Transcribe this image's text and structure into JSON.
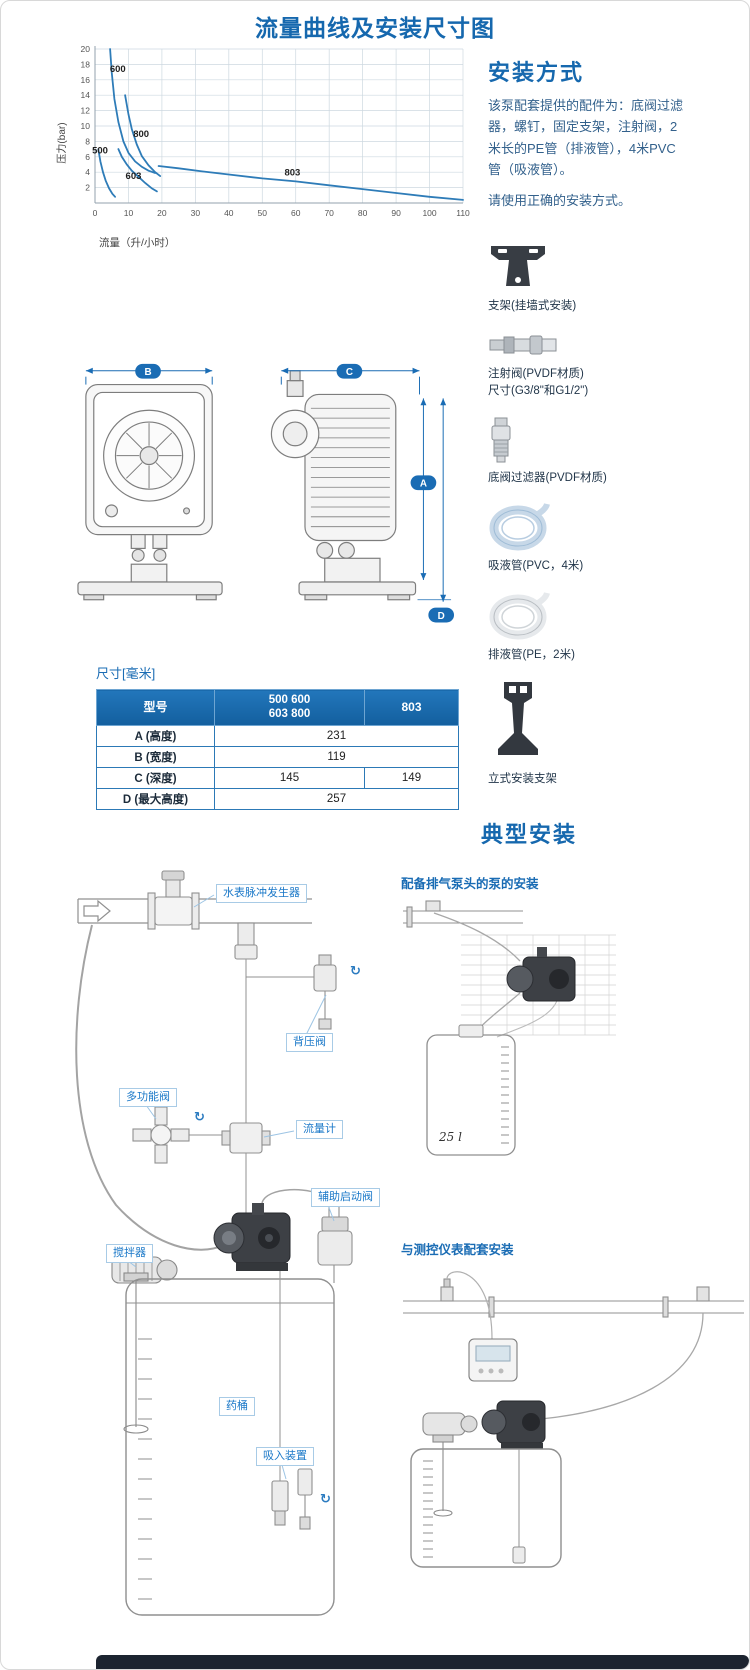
{
  "page_title": "流量曲线及安装尺寸图",
  "chart_data": {
    "type": "line",
    "title": "",
    "xlabel": "流量（升/小时）",
    "ylabel": "压力(bar)",
    "xlim": [
      0,
      110
    ],
    "ylim": [
      0,
      20
    ],
    "xticks": [
      0,
      10,
      20,
      30,
      40,
      50,
      60,
      70,
      80,
      90,
      100,
      110
    ],
    "yticks": [
      2,
      4,
      6,
      8,
      10,
      12,
      14,
      16,
      18,
      20
    ],
    "grid": true,
    "legend": "labels-on-curves",
    "line_color": "#2e7cb8",
    "series": [
      {
        "name": "600",
        "label_at": [
          6.8,
          17
        ],
        "points": [
          [
            4.5,
            20
          ],
          [
            5,
            17
          ],
          [
            5.8,
            13.5
          ],
          [
            7,
            10.5
          ],
          [
            8.5,
            8
          ],
          [
            10,
            6.5
          ],
          [
            12,
            5.4
          ],
          [
            14,
            4.7
          ],
          [
            16,
            4.2
          ],
          [
            18,
            3.9
          ]
        ]
      },
      {
        "name": "800",
        "label_at": [
          13.8,
          8.6
        ],
        "points": [
          [
            9,
            14
          ],
          [
            10,
            11.5
          ],
          [
            11,
            9.6
          ],
          [
            12.5,
            7.6
          ],
          [
            14,
            6.1
          ],
          [
            16,
            4.9
          ],
          [
            18,
            4.0
          ],
          [
            19.5,
            3.5
          ]
        ]
      },
      {
        "name": "500",
        "label_at": [
          1.5,
          6.4
        ],
        "points": [
          [
            1,
            7
          ],
          [
            1.6,
            5.4
          ],
          [
            2.4,
            4
          ],
          [
            3.2,
            2.9
          ],
          [
            4.2,
            1.9
          ],
          [
            5.2,
            1.2
          ],
          [
            6,
            0.8
          ]
        ]
      },
      {
        "name": "603",
        "label_at": [
          11.5,
          3.1
        ],
        "points": [
          [
            7,
            7
          ],
          [
            8,
            6
          ],
          [
            9.5,
            5
          ],
          [
            11,
            4.2
          ],
          [
            13,
            3.4
          ],
          [
            15,
            2.6
          ],
          [
            17,
            1.9
          ],
          [
            18.5,
            1.5
          ]
        ]
      },
      {
        "name": "803",
        "label_at": [
          59,
          3.6
        ],
        "points": [
          [
            19,
            4.8
          ],
          [
            25,
            4.5
          ],
          [
            32,
            4.1
          ],
          [
            40,
            3.7
          ],
          [
            50,
            3.2
          ],
          [
            60,
            2.8
          ],
          [
            70,
            2.3
          ],
          [
            80,
            1.8
          ],
          [
            90,
            1.3
          ],
          [
            100,
            0.8
          ],
          [
            110,
            0.4
          ]
        ]
      }
    ]
  },
  "installation": {
    "heading": "安装方式",
    "body": "该泵配套提供的配件为：底阀过滤器，螺钉，固定支架，注射阀，2米长的PE管（排液管），4米PVC管（吸液管）。",
    "note": "请使用正确的安装方式。"
  },
  "accessories": {
    "items": [
      {
        "icon": "wall-bracket",
        "label": "支架(挂墙式安装)"
      },
      {
        "icon": "injection-valve",
        "label": "注射阀(PVDF材质)\n尺寸(G3/8\"和G1/2\")"
      },
      {
        "icon": "foot-valve-filter",
        "label": "底阀过滤器(PVDF材质)"
      },
      {
        "icon": "suction-tube",
        "label": "吸液管(PVC，4米)"
      },
      {
        "icon": "discharge-tube",
        "label": "排液管(PE，2米)"
      },
      {
        "icon": "floor-bracket",
        "label": "立式安装支架"
      }
    ]
  },
  "drawing": {
    "unit_label": "尺寸[毫米]",
    "dims": {
      "a": "A",
      "b": "B",
      "c": "C",
      "d": "D"
    }
  },
  "dim_table": {
    "col_model": "型号",
    "col_group": "500 600\n603 800",
    "col_803": "803",
    "rows": [
      {
        "label": "A (高度)",
        "value": "231"
      },
      {
        "label": "B (宽度)",
        "value": "119"
      },
      {
        "label": "C (深度)",
        "value": "145",
        "value2": "149"
      },
      {
        "label": "D (最大高度)",
        "value": "257"
      }
    ]
  },
  "typical": {
    "heading": "典型安装",
    "callouts": [
      "水表脉冲发生器",
      "背压阀",
      "多功能阀",
      "流量计",
      "辅助启动阀",
      "搅拌器",
      "药桶",
      "吸入装置"
    ],
    "sub1": {
      "caption": "配备排气泵头的泵的安装",
      "tank_label": "25 l"
    },
    "sub2": {
      "caption": "与测控仪表配套安装"
    }
  },
  "glyphs": {
    "rotate": "↻"
  }
}
